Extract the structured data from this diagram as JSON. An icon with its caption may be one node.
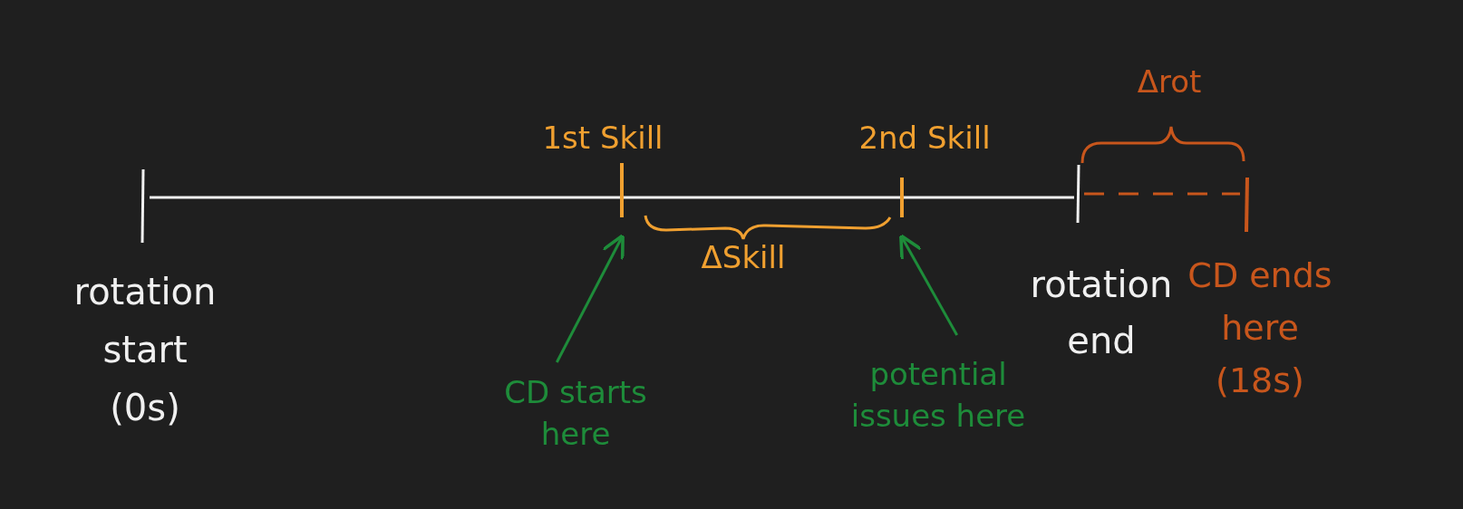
{
  "diagram": {
    "nodes": [
      {
        "text": [],
        "shape": "bar"
      },
      {
        "text": [],
        "shape": "bar"
      },
      {
        "text": [
          "CD starts here"
        ]
      },
      {
        "text": [
          "potential issues here"
        ]
      }
    ],
    "edges": [
      {
        "from": 2,
        "to": 0,
        "arrow": "to"
      },
      {
        "from": 3,
        "to": 1,
        "arrow": "to"
      }
    ],
    "labels": [
      "Δrot",
      "1st Skill",
      "2nd Skill",
      "ΔSkill",
      "rotation start (0s)",
      "rotation end",
      "CD ends here (18s)"
    ]
  }
}
